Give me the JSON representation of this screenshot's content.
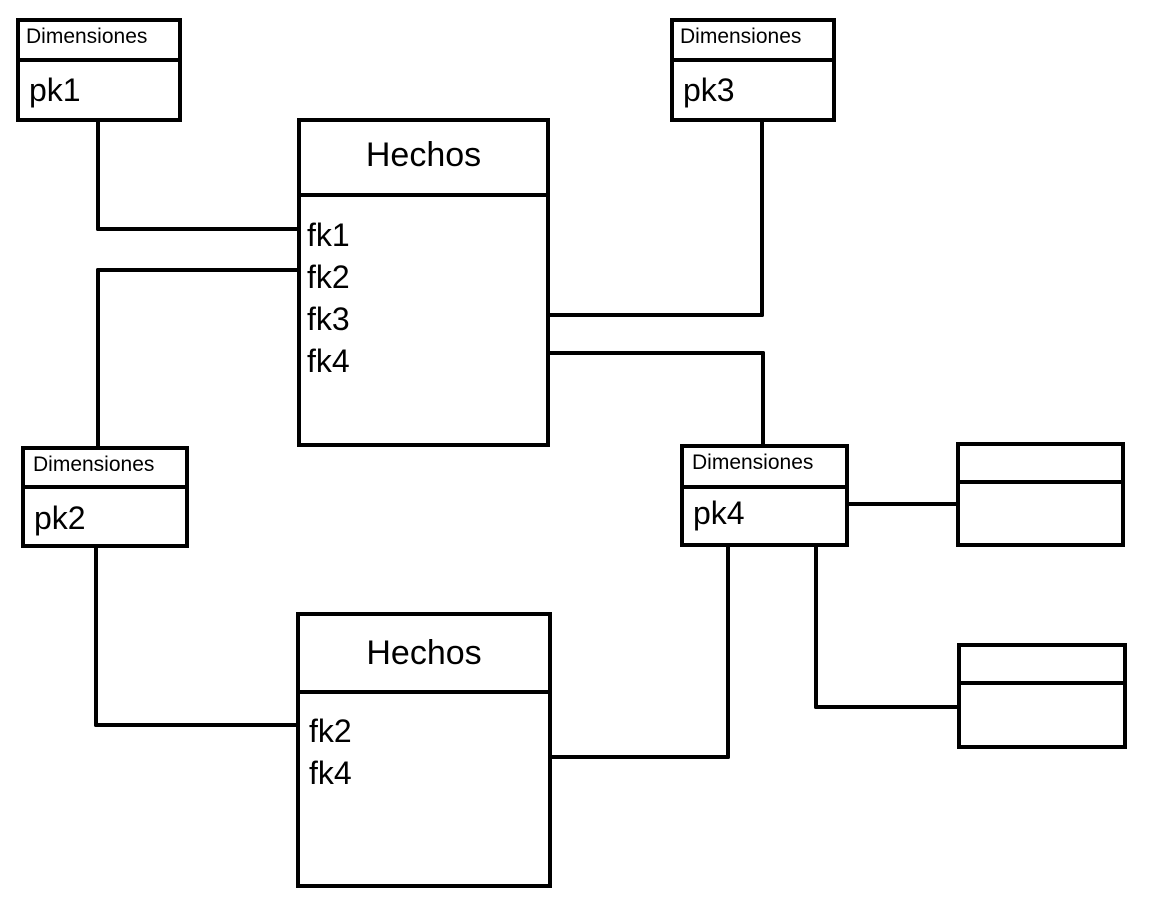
{
  "dimension_tables": [
    {
      "title": "Dimensiones",
      "key": "pk1"
    },
    {
      "title": "Dimensiones",
      "key": "pk3"
    },
    {
      "title": "Dimensiones",
      "key": "pk2"
    },
    {
      "title": "Dimensiones",
      "key": "pk4"
    }
  ],
  "fact_tables": [
    {
      "title": "Hechos",
      "fields": [
        "fk1",
        "fk2",
        "fk3",
        "fk4"
      ]
    },
    {
      "title": "Hechos",
      "fields": [
        "fk2",
        "fk4"
      ]
    }
  ],
  "empty_tables": [
    {},
    {}
  ]
}
